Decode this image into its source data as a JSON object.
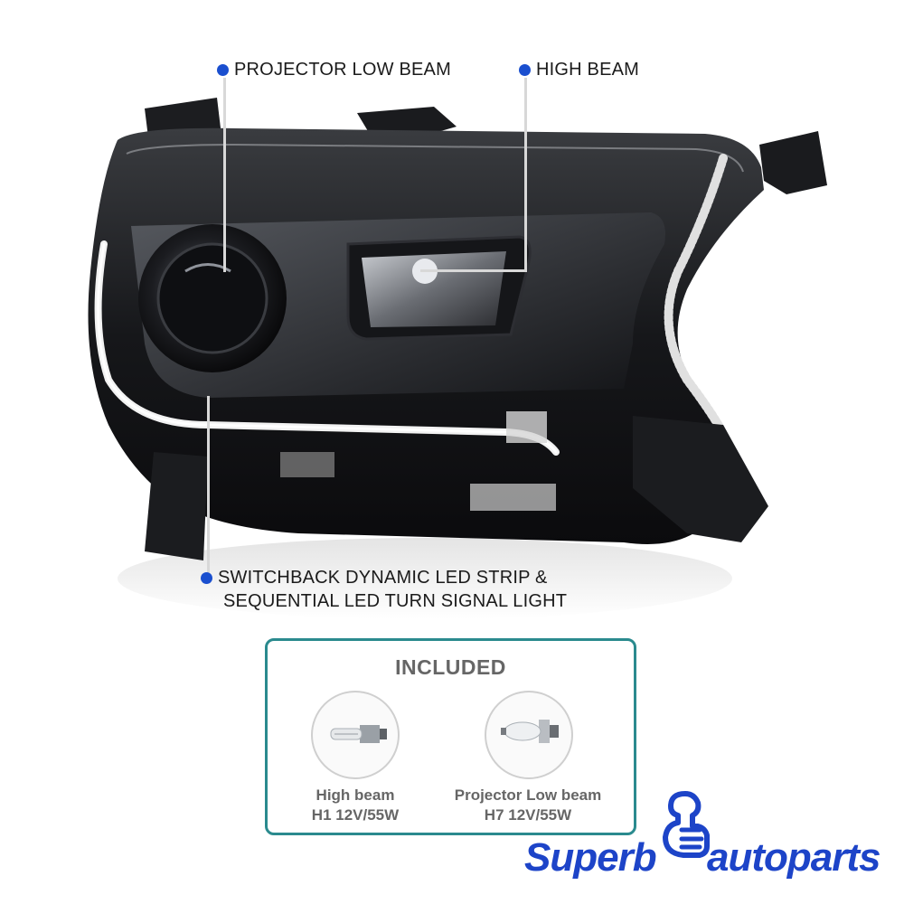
{
  "callouts": {
    "projector_low_beam": "PROJECTOR LOW BEAM",
    "high_beam": "HIGH BEAM",
    "led_strip_line1": "SWITCHBACK DYNAMIC LED STRIP &",
    "led_strip_line2": "SEQUENTIAL LED TURN SIGNAL LIGHT"
  },
  "included": {
    "title": "INCLUDED",
    "bulbs": [
      {
        "name": "High beam",
        "spec": "H1 12V/55W"
      },
      {
        "name": "Projector Low beam",
        "spec": "H7 12V/55W"
      }
    ]
  },
  "brand": {
    "word1": "Superb",
    "word2": "autoparts",
    "color": "#1d44c8"
  },
  "colors": {
    "callout_dot": "#1a4fcf",
    "box_border": "#2a8a8e"
  }
}
